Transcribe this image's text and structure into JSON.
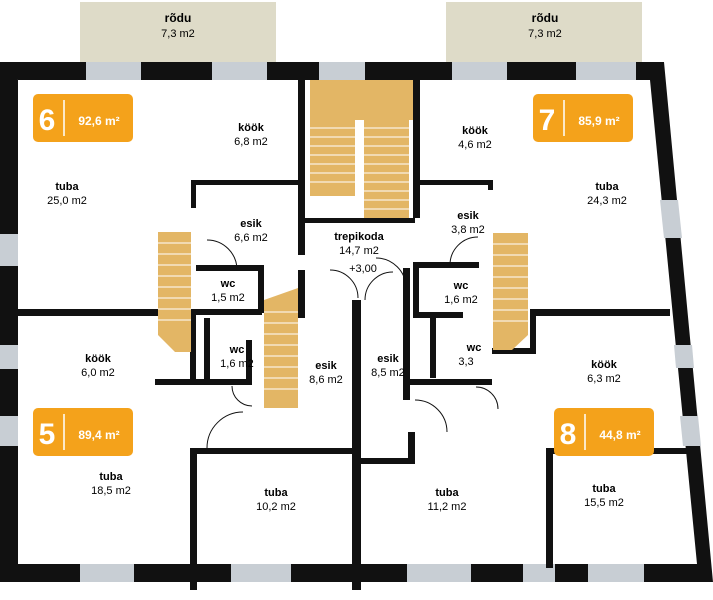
{
  "balconies": {
    "left": {
      "name": "rõdu",
      "area": "7,3 m2"
    },
    "right": {
      "name": "rõdu",
      "area": "7,3 m2"
    }
  },
  "apartments": {
    "a6": {
      "number": "6",
      "area": "92,6 m²"
    },
    "a7": {
      "number": "7",
      "area": "85,9 m²"
    },
    "a5": {
      "number": "5",
      "area": "89,4 m²"
    },
    "a8": {
      "number": "8",
      "area": "44,8 m²"
    }
  },
  "rooms": {
    "kook_6": {
      "name": "köök",
      "area": "6,8 m2"
    },
    "tuba_6": {
      "name": "tuba",
      "area": "25,0 m2"
    },
    "esik_6": {
      "name": "esik",
      "area": "6,6 m2"
    },
    "wc_6": {
      "name": "wc",
      "area": "1,5 m2"
    },
    "stair": {
      "name": "trepikoda",
      "area": "14,7 m2",
      "level": "+3,00"
    },
    "kook_7": {
      "name": "köök",
      "area": "4,6 m2"
    },
    "tuba_7": {
      "name": "tuba",
      "area": "24,3 m2"
    },
    "esik_7": {
      "name": "esik",
      "area": "3,8 m2"
    },
    "wc_7": {
      "name": "wc",
      "area": "1,6 m2"
    },
    "kook_5": {
      "name": "köök",
      "area": "6,0 m2"
    },
    "wc_5": {
      "name": "wc",
      "area": "1,6 m2"
    },
    "esik_5": {
      "name": "esik",
      "area": "8,6 m2"
    },
    "tuba_5": {
      "name": "tuba",
      "area": "18,5 m2"
    },
    "tuba_5b": {
      "name": "tuba",
      "area": "10,2 m2"
    },
    "esik_8": {
      "name": "esik",
      "area": "8,5 m2"
    },
    "wc_8": {
      "name": "wc",
      "area": "3,3"
    },
    "kook_8": {
      "name": "köök",
      "area": "6,3 m2"
    },
    "tuba_8": {
      "name": "tuba",
      "area": "15,5 m2"
    },
    "tuba_8b": {
      "name": "tuba",
      "area": "11,2 m2"
    }
  },
  "colors": {
    "wall": "#111111",
    "window": "#c8ced4",
    "balcony": "#dedbc8",
    "stair": "#e3b665",
    "badge": "#f4a21b"
  }
}
